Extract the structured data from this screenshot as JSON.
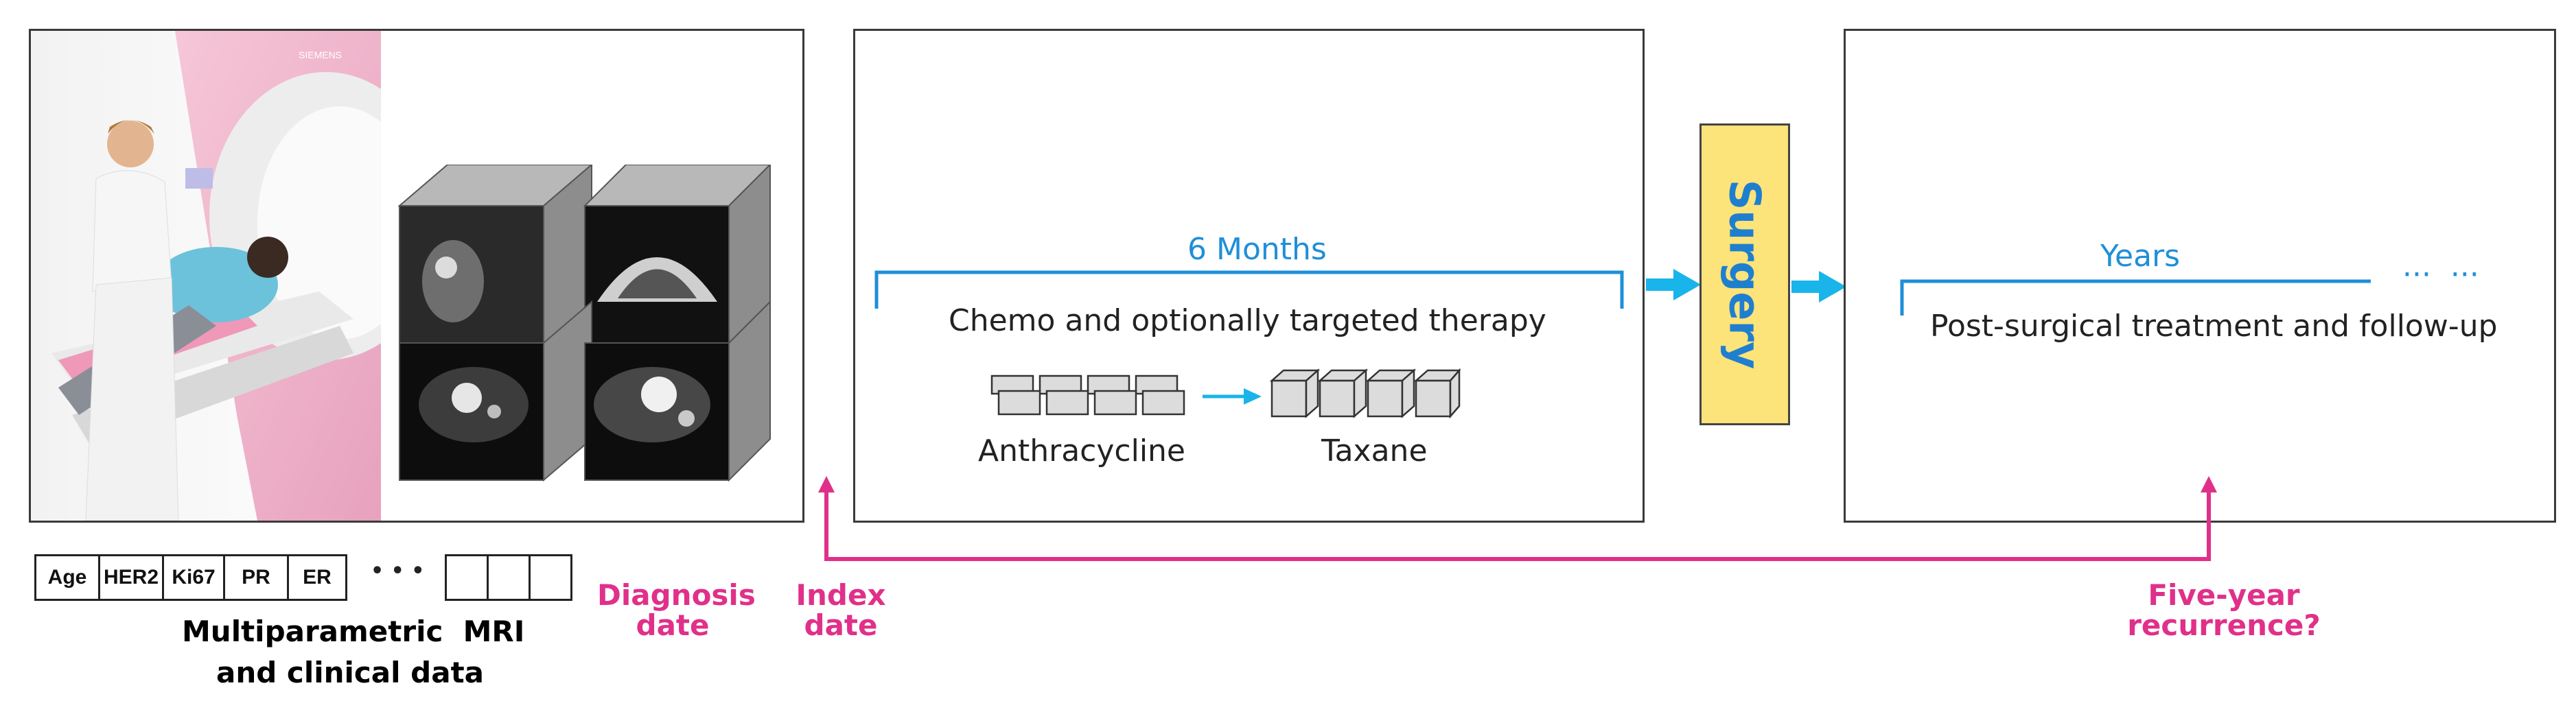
{
  "left_panel": {
    "caption_line1": "Multiparametric  MRI",
    "caption_line2": "and clinical data",
    "scanner_brand": "SIEMENS",
    "data_fields": [
      "Age",
      "HER2",
      "Ki67",
      "PR",
      "ER"
    ],
    "ellipsis": "• • •"
  },
  "diagnosis": {
    "line1": "Diagnosis",
    "line2": "date"
  },
  "index": {
    "line1": "Index",
    "line2": "date"
  },
  "chemo_panel": {
    "duration": "6 Months",
    "description": "Chemo and optionally targeted therapy",
    "drug1": "Anthracycline",
    "drug2": "Taxane"
  },
  "surgery": {
    "label": "Surgery"
  },
  "post_panel": {
    "duration": "Years",
    "continuation": "···  ···",
    "description": "Post-surgical treatment and follow-up"
  },
  "outcome": {
    "line1": "Five-year",
    "line2": "recurrence?"
  },
  "colors": {
    "blue": "#1f8fd8",
    "pink": "#e0308a",
    "surgery_fill": "#fce37a",
    "arrow_blue": "#19b4ea"
  }
}
